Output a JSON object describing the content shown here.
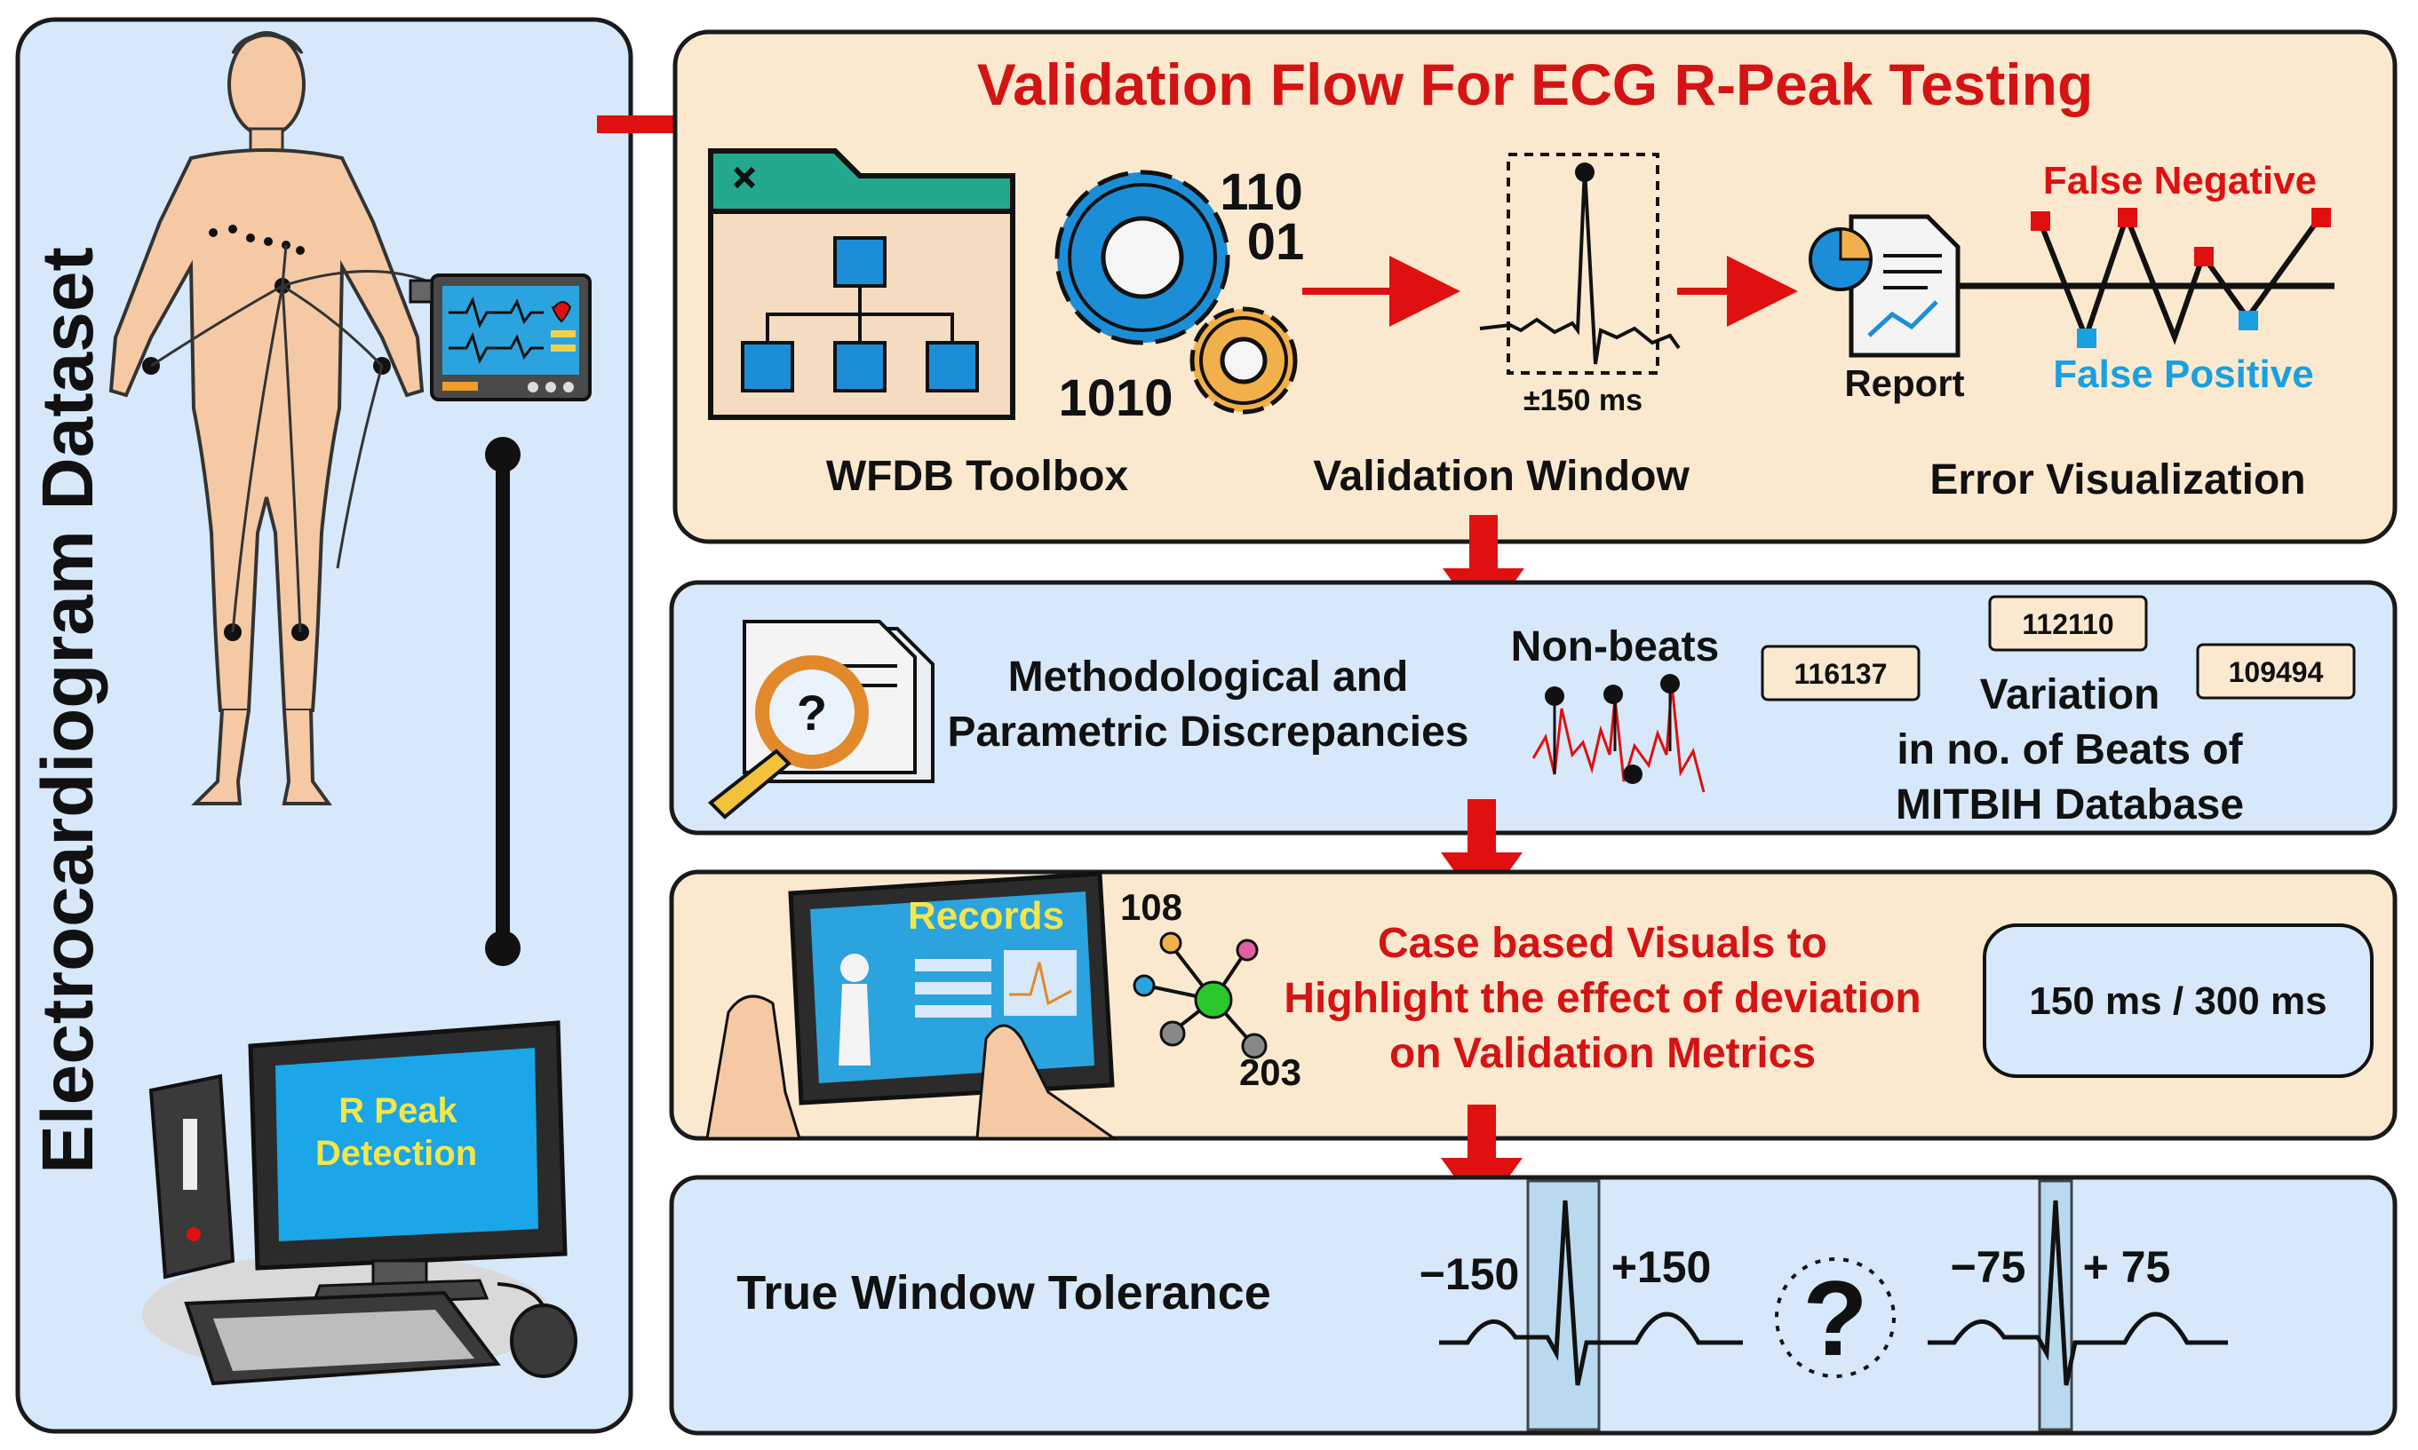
{
  "left_panel": {
    "title": "Electrocardiogram Dataset",
    "monitor_text_line1": "R Peak",
    "monitor_text_line2": "Detection"
  },
  "panel1": {
    "title": "Validation Flow For ECG R-Peak Testing",
    "wfdb_label": "WFDB Toolbox",
    "binary_1": "110",
    "binary_2": "01",
    "binary_3": "1010",
    "window_tolerance": "±150 ms",
    "window_label": "Validation Window",
    "report_label": "Report",
    "false_negative": "False Negative",
    "false_positive": "False Positive",
    "error_label": "Error Visualization"
  },
  "panel2": {
    "discrepancy_line1": "Methodological and",
    "discrepancy_line2": "Parametric Discrepancies",
    "nonbeats_label": "Non-beats",
    "beat_count_1": "116137",
    "beat_count_2": "112110",
    "beat_count_3": "109494",
    "variation_line1": "Variation",
    "variation_line2": "in no. of Beats of",
    "variation_line3": "MITBIH Database"
  },
  "panel3": {
    "tablet_title": "Records",
    "record_1": "108",
    "record_2": "203",
    "case_line1": "Case based Visuals to",
    "case_line2": "Highlight the effect of deviation",
    "case_line3": "on Validation Metrics",
    "window_options": "150 ms / 300 ms"
  },
  "panel4": {
    "title": "True Window Tolerance",
    "tol1_left": "−150",
    "tol1_right": "+150",
    "question_mark": "?",
    "tol2_left": "−75",
    "tol2_right": "+ 75"
  },
  "colors": {
    "left_bg": "#d6e8fa",
    "beige": "#fbe9cf",
    "blue_panel": "#d6e8fa",
    "red": "#e01010",
    "title_red": "#d41414",
    "blue_text": "#1aa0e0",
    "teal": "#23a88e",
    "icon_blue": "#1c8ed8",
    "dark": "#1a1a1a"
  }
}
